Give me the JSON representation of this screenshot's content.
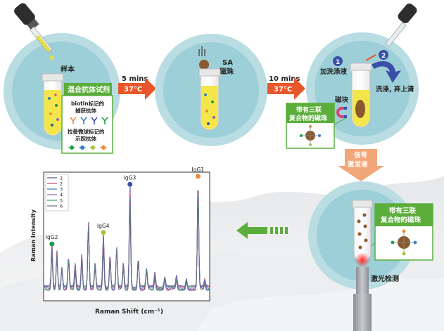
{
  "step1": {
    "sample_label": "样本",
    "reagent_label": "混合抗体试剂",
    "biotin_line1": "biotin标记的",
    "biotin_line2": "捕获抗体",
    "raman_line1": "拉曼微球标记的",
    "raman_line2": "示踪抗体"
  },
  "arrow1": {
    "time": "5 mins",
    "temp": "37°C"
  },
  "step2": {
    "sa_line1": "SA",
    "sa_line2": "磁珠"
  },
  "arrow2": {
    "time": "10 mins",
    "temp": "37°C"
  },
  "step3": {
    "badge1": "1",
    "badge2": "2",
    "wash_add": "加洗涤液",
    "wash_discard": "洗涤, 弃上清",
    "magnet": "磁块",
    "complex_line1": "带有三联",
    "complex_line2": "复合物的磁珠"
  },
  "arrow_down": {
    "line1": "信号",
    "line2": "激发液"
  },
  "step4": {
    "complex_line1": "带有三联",
    "complex_line2": "复合物的磁珠",
    "laser": "激光检测"
  },
  "chart_data": {
    "type": "line",
    "xlabel": "Raman Shift (cm⁻¹)",
    "ylabel": "Raman Intensity",
    "legend": [
      "1",
      "2",
      "3",
      "4",
      "5",
      "6"
    ],
    "legend_placement": "top-left",
    "series_colors": [
      "#4a4f8c",
      "#d8437a",
      "#3a7fc0",
      "#9a5fb0",
      "#3fa070",
      "#6a6a8a"
    ],
    "peaks": [
      {
        "x": 0.05,
        "h": 0.38
      },
      {
        "x": 0.08,
        "h": 0.33
      },
      {
        "x": 0.11,
        "h": 0.2
      },
      {
        "x": 0.15,
        "h": 0.28
      },
      {
        "x": 0.19,
        "h": 0.2
      },
      {
        "x": 0.23,
        "h": 0.3
      },
      {
        "x": 0.27,
        "h": 0.62
      },
      {
        "x": 0.31,
        "h": 0.22
      },
      {
        "x": 0.36,
        "h": 0.48
      },
      {
        "x": 0.4,
        "h": 0.3
      },
      {
        "x": 0.44,
        "h": 0.38
      },
      {
        "x": 0.48,
        "h": 0.22
      },
      {
        "x": 0.52,
        "h": 0.9
      },
      {
        "x": 0.57,
        "h": 0.28
      },
      {
        "x": 0.62,
        "h": 0.18
      },
      {
        "x": 0.67,
        "h": 0.12
      },
      {
        "x": 0.73,
        "h": 0.1
      },
      {
        "x": 0.8,
        "h": 0.1
      },
      {
        "x": 0.86,
        "h": 0.08
      },
      {
        "x": 0.93,
        "h": 0.97
      },
      {
        "x": 0.97,
        "h": 0.06
      }
    ],
    "annotations": [
      {
        "label": "IgG2",
        "color": "#1e9e4a",
        "x": 0.05
      },
      {
        "label": "IgG4",
        "color": "#a8c43a",
        "x": 0.36
      },
      {
        "label": "IgG3",
        "color": "#3a4fa8",
        "x": 0.52
      },
      {
        "label": "IgG1",
        "color": "#e98a3c",
        "x": 0.93
      }
    ]
  },
  "colors": {
    "circle_outer": "#b9dde3",
    "circle_inner": "#9ccfd8",
    "arrow_orange": "#e8572a",
    "green_label": "#5cae3c",
    "tube_liquid": "#f2e64a"
  }
}
